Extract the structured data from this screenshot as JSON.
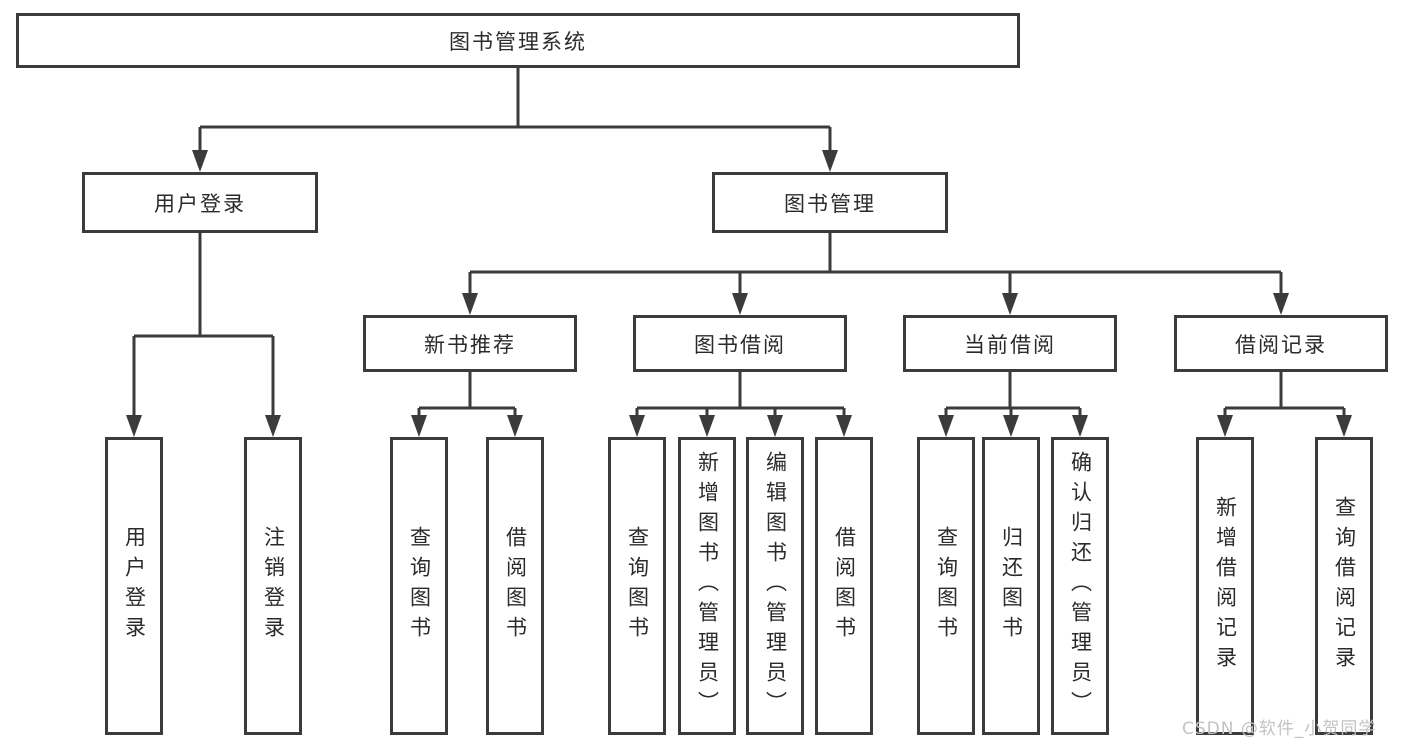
{
  "tree": {
    "root": {
      "label": "图书管理系统",
      "children": [
        {
          "label": "用户登录",
          "children": [
            {
              "label": "用户登录"
            },
            {
              "label": "注销登录"
            }
          ]
        },
        {
          "label": "图书管理",
          "children": [
            {
              "label": "新书推荐",
              "children": [
                {
                  "label": "查询图书"
                },
                {
                  "label": "借阅图书"
                }
              ]
            },
            {
              "label": "图书借阅",
              "children": [
                {
                  "label": "查询图书"
                },
                {
                  "label": "新增图书（管理员）"
                },
                {
                  "label": "编辑图书（管理员）"
                },
                {
                  "label": "借阅图书"
                }
              ]
            },
            {
              "label": "当前借阅",
              "children": [
                {
                  "label": "查询图书"
                },
                {
                  "label": "归还图书"
                },
                {
                  "label": "确认归还（管理员）"
                }
              ]
            },
            {
              "label": "借阅记录",
              "children": [
                {
                  "label": "新增借阅记录"
                },
                {
                  "label": "查询借阅记录"
                }
              ]
            }
          ]
        }
      ]
    }
  },
  "watermark": {
    "text": "CSDN @软件_小贺同学"
  },
  "colors": {
    "line": "#3b3b3b",
    "text": "#2b2b2b",
    "box_background": "#ffffff",
    "watermark": "#c3c3c3",
    "background": "#ffffff"
  }
}
